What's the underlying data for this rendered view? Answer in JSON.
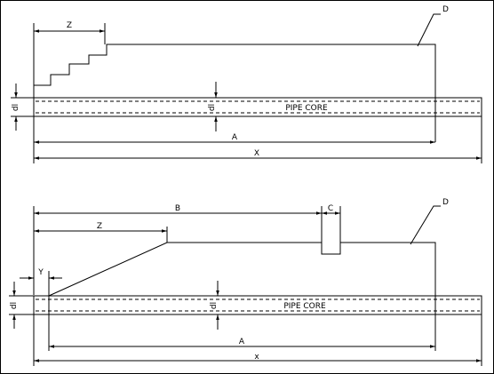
{
  "diagram_1": {
    "label_z": "Z",
    "label_d": "D",
    "label_core": "PIPE CORE",
    "label_dl_left": "dl",
    "label_dl_mid": "dl",
    "label_a": "A",
    "label_x": "X"
  },
  "diagram_2": {
    "label_b": "B",
    "label_c": "C",
    "label_z": "Z",
    "label_d": "D",
    "label_y": "Y",
    "label_core": "PIPE CORE",
    "label_dl_left": "dl",
    "label_dl_mid": "dl",
    "label_a": "A",
    "label_x": "x"
  }
}
